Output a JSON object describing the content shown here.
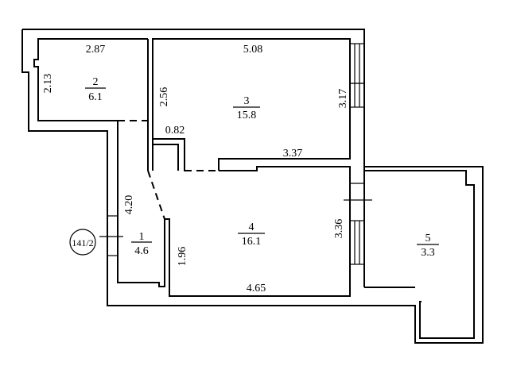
{
  "plan_marker": "141/2",
  "rooms": [
    {
      "number": "1",
      "area": "4.6"
    },
    {
      "number": "2",
      "area": "6.1"
    },
    {
      "number": "3",
      "area": "15.8"
    },
    {
      "number": "4",
      "area": "16.1"
    },
    {
      "number": "5",
      "area": "3.3"
    }
  ],
  "dimensions": {
    "room2_width": "2.87",
    "room2_height": "2.13",
    "room3_width": "5.08",
    "room3_left": "2.56",
    "room3_right": "3.17",
    "niche": "0.82",
    "room3_bottom": "3.37",
    "corridor": "4.20",
    "room4_left": "1.96",
    "room4_right": "3.36",
    "room4_bottom": "4.65"
  }
}
